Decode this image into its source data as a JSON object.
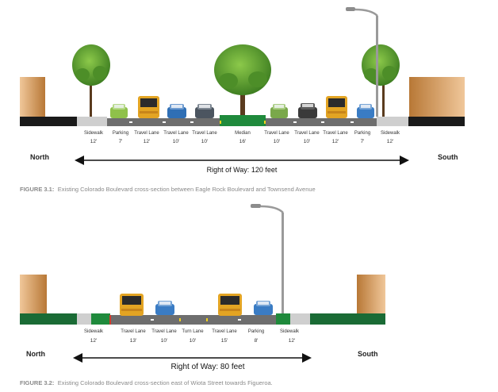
{
  "figures": [
    {
      "labels": [
        "Sidewalk",
        "Parking",
        "Travel Lane",
        "Travel Lane",
        "Travel Lane",
        "Median",
        "Travel Lane",
        "Travel Lane",
        "Travel Lane",
        "Parking",
        "Sidewalk"
      ],
      "dims": [
        "12'",
        "7'",
        "12'",
        "10'",
        "10'",
        "16'",
        "10'",
        "10'",
        "12'",
        "7'",
        "12'"
      ],
      "north": "North",
      "south": "South",
      "row_label": "Right of Way:",
      "row_value": "120 feet",
      "caption_bold": "FIGURE 3.1:",
      "caption_text": "Existing Colorado Boulevard cross-section between Eagle Rock Boulevard and Townsend Avenue"
    },
    {
      "labels": [
        "Sidewalk",
        "Travel Lane",
        "Travel Lane",
        "Turn Lane",
        "Travel Lane",
        "Parking",
        "Sidewalk"
      ],
      "dims": [
        "12'",
        "13'",
        "10'",
        "10'",
        "15'",
        "8'",
        "12'"
      ],
      "north": "North",
      "south": "South",
      "row_label": "Right of Way:",
      "row_value": "80 feet",
      "caption_bold": "FIGURE 3.2:",
      "caption_text": "Existing Colorado Boulevard cross-section east of Wiota Street towards Figueroa."
    }
  ],
  "colors": {
    "asphalt": "#6e6e6e",
    "curb": "#1a1a1a",
    "sidewalk": "#cfcfcf",
    "median": "#1f8a3c",
    "planting": "#1a6b35",
    "building": "#c98d55",
    "tree": "#5a9e2f",
    "pole": "#9a9a9a"
  }
}
